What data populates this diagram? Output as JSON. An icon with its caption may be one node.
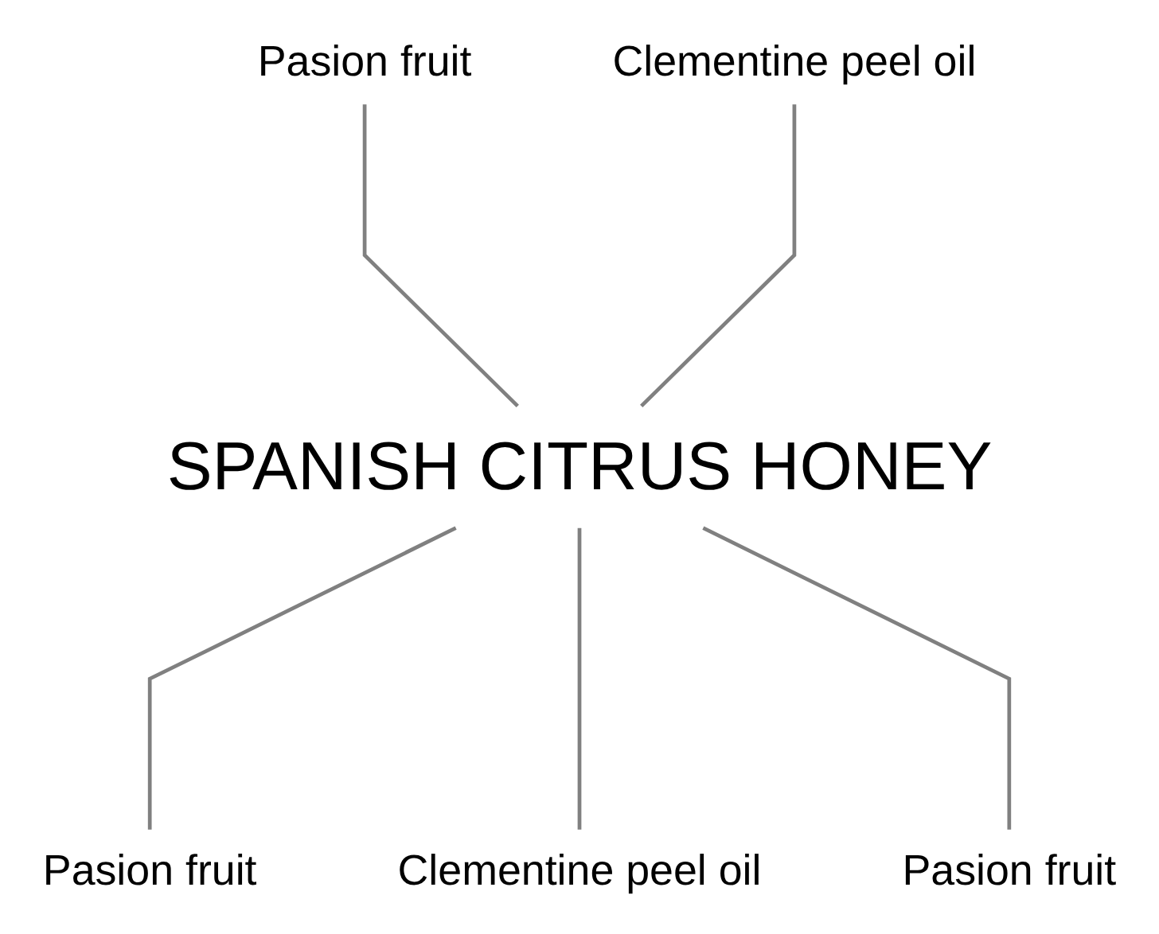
{
  "diagram": {
    "nodes": [
      {
        "text": [
          "Pasion fruit"
        ]
      },
      {
        "text": [
          "Clementine peel oil"
        ]
      },
      {
        "text": [
          "SPANISH CITRUS HONEY"
        ]
      },
      {
        "text": [
          "Pasion fruit"
        ]
      },
      {
        "text": [
          "Clementine peel oil"
        ]
      },
      {
        "text": [
          "Pasion fruit"
        ]
      }
    ],
    "edges": [
      {
        "from": 0,
        "to": 2,
        "arrow": "none"
      },
      {
        "from": 1,
        "to": 2,
        "arrow": "none"
      },
      {
        "from": 2,
        "to": 3,
        "arrow": "none"
      },
      {
        "from": 2,
        "to": 4,
        "arrow": "none"
      },
      {
        "from": 2,
        "to": 5,
        "arrow": "none"
      }
    ]
  }
}
